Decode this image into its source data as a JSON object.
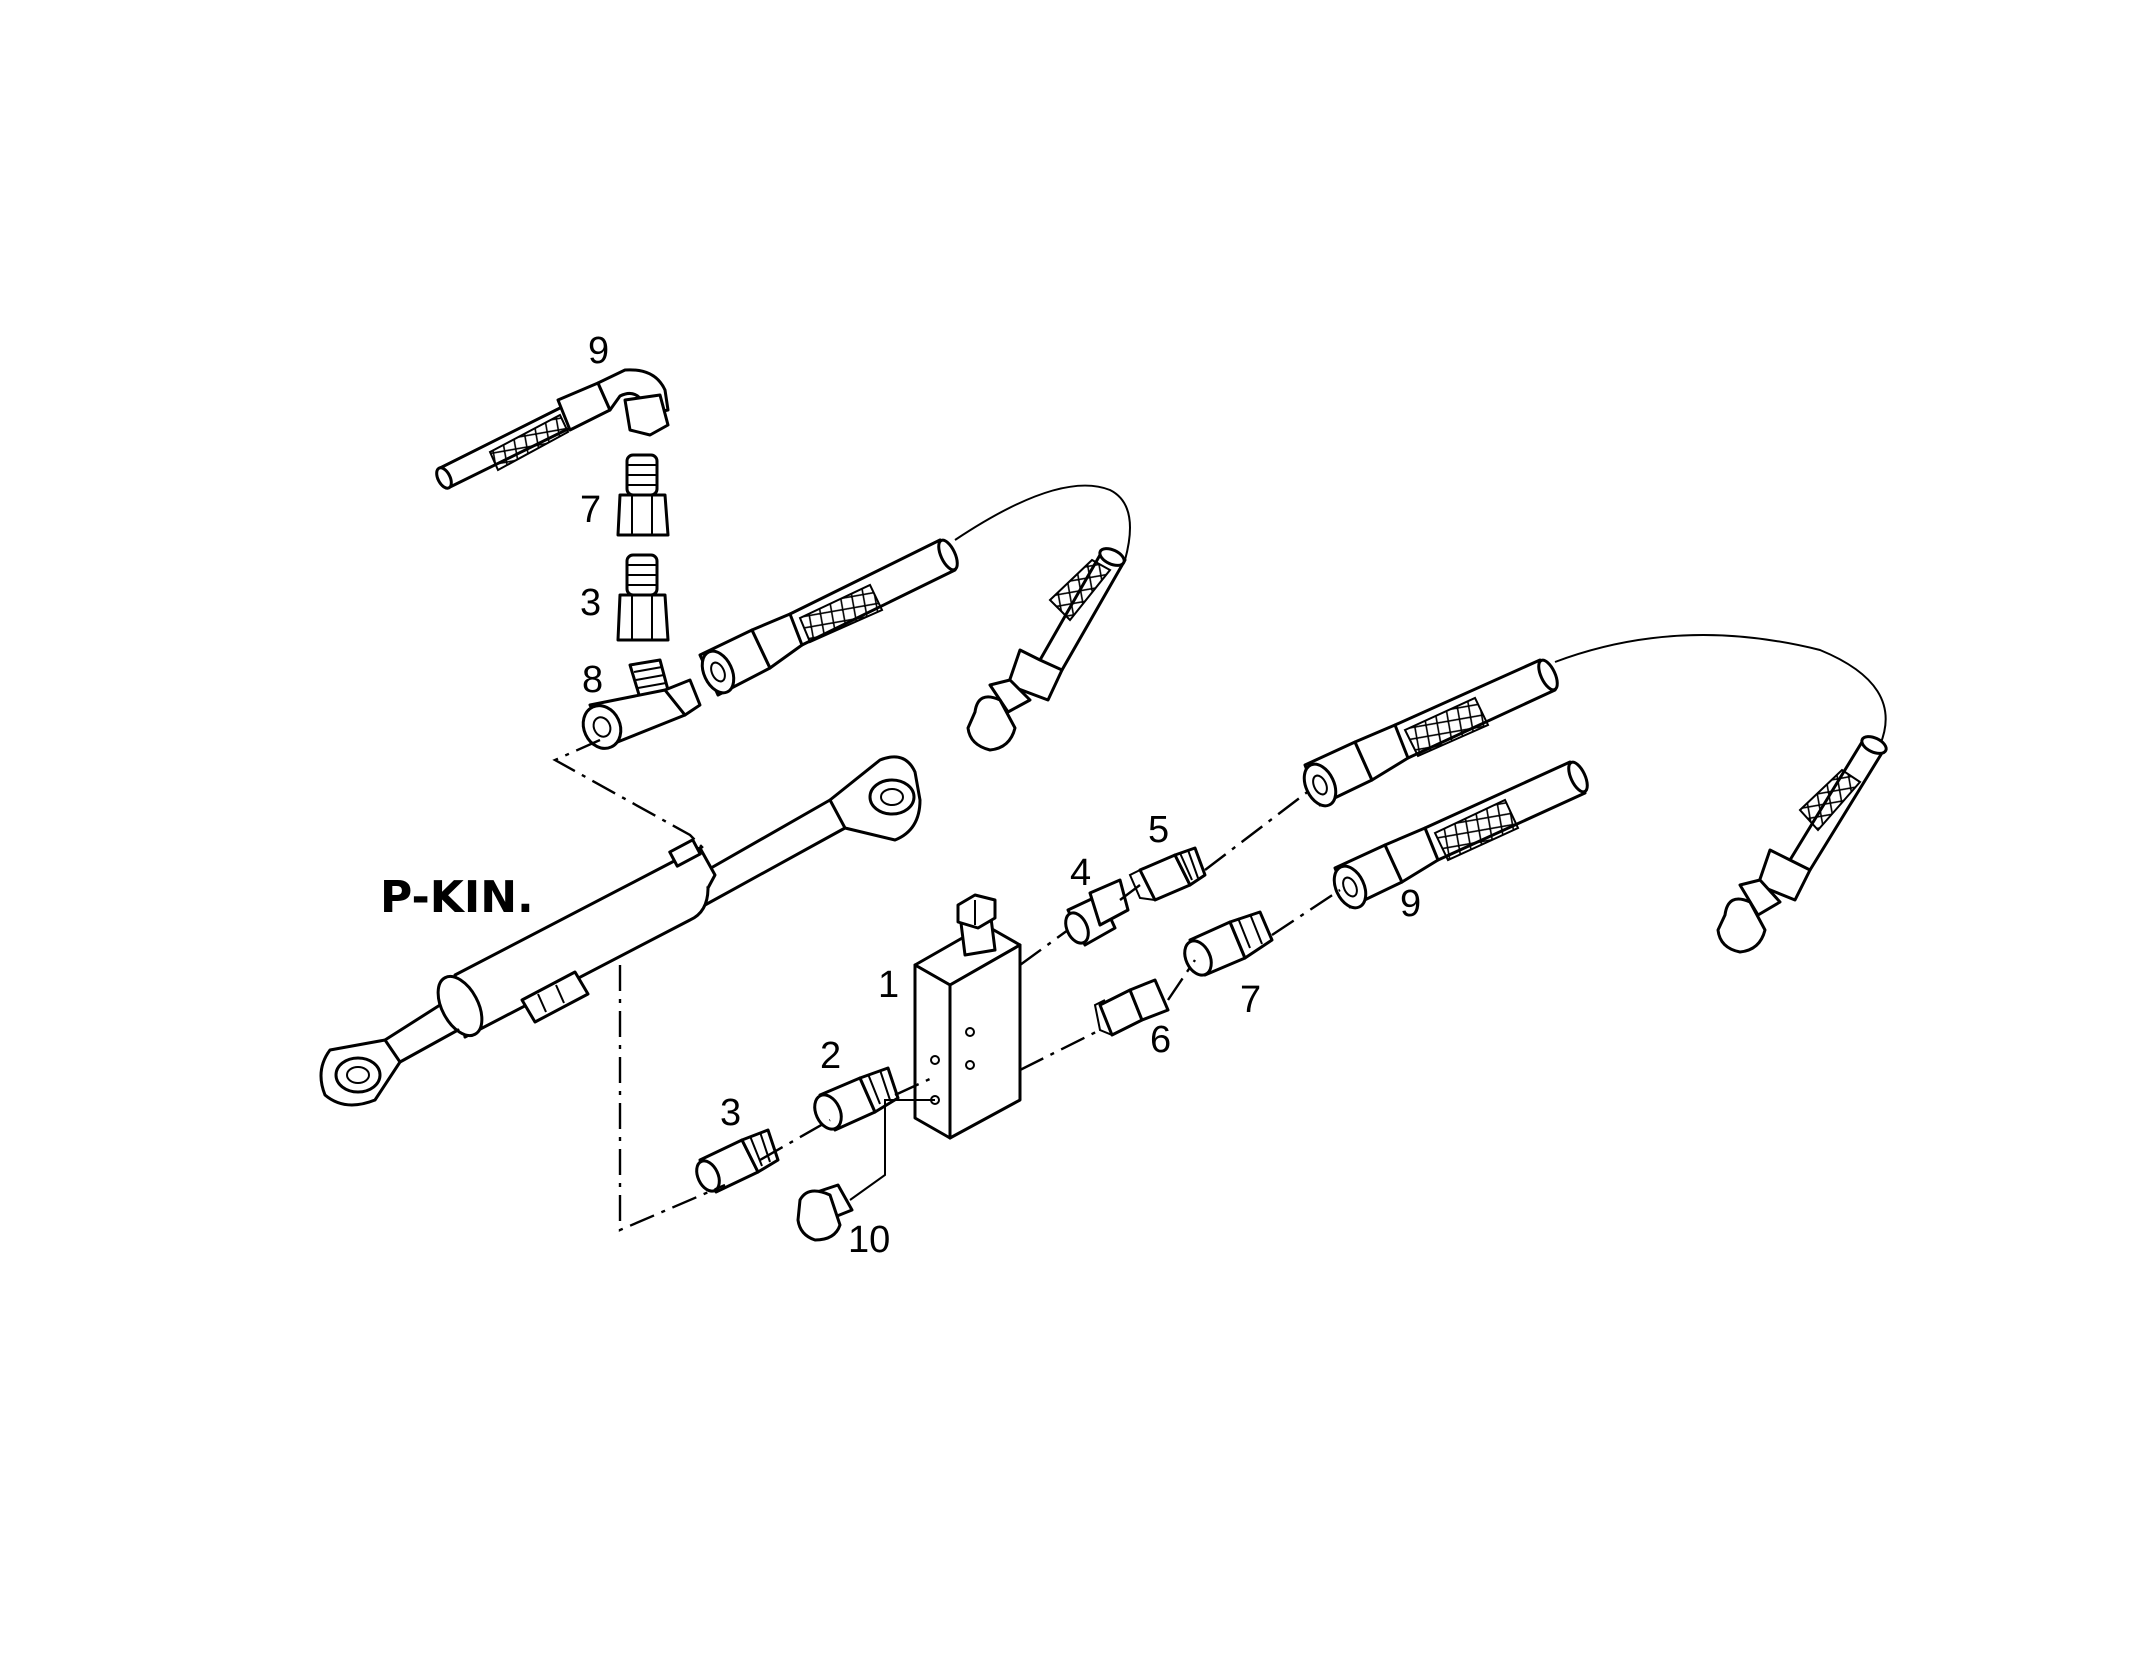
{
  "diagram": {
    "assembly_label": "P-KIN.",
    "callouts": [
      {
        "id": "c9a",
        "text": "9"
      },
      {
        "id": "c7a",
        "text": "7"
      },
      {
        "id": "c3a",
        "text": "3"
      },
      {
        "id": "c8",
        "text": "8"
      },
      {
        "id": "c5",
        "text": "5"
      },
      {
        "id": "c4",
        "text": "4"
      },
      {
        "id": "c9b",
        "text": "9"
      },
      {
        "id": "c1",
        "text": "1"
      },
      {
        "id": "c7b",
        "text": "7"
      },
      {
        "id": "c6",
        "text": "6"
      },
      {
        "id": "c2",
        "text": "2"
      },
      {
        "id": "c3b",
        "text": "3"
      },
      {
        "id": "c10",
        "text": "10"
      }
    ]
  }
}
